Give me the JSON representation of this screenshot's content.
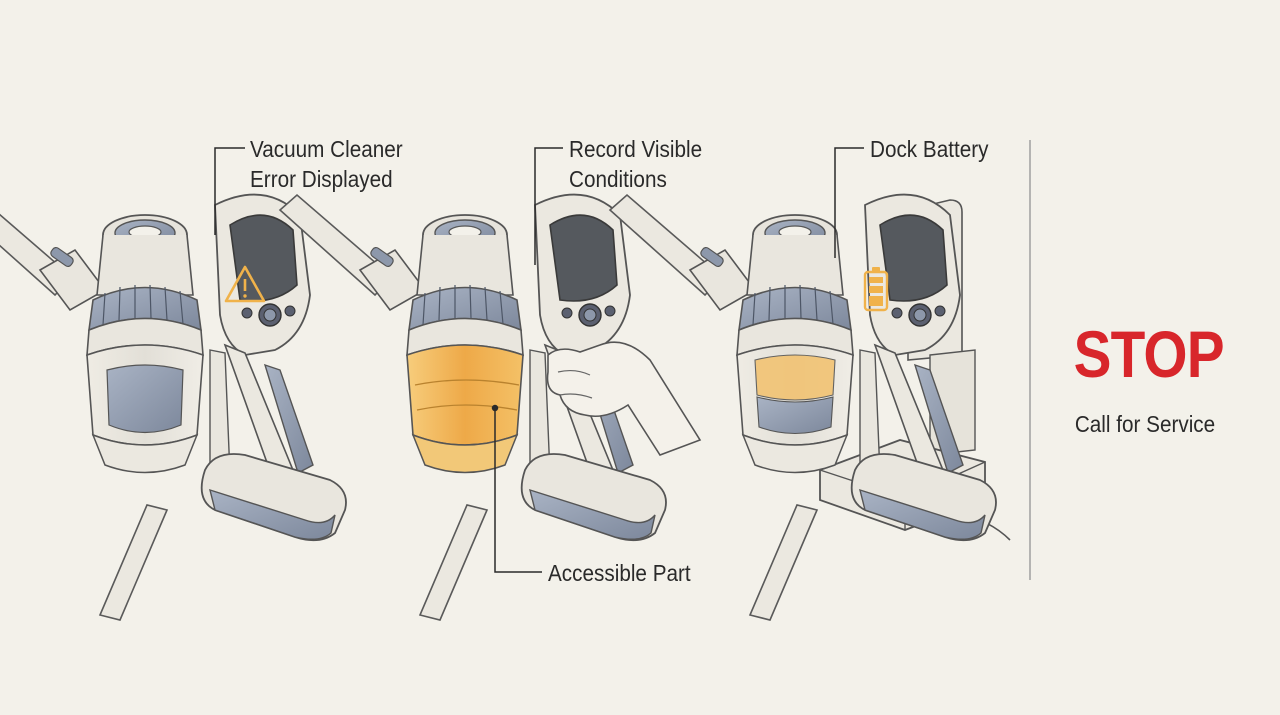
{
  "callouts": {
    "error_displayed": {
      "line1": "Vacuum Cleaner",
      "line2": "Error Displayed"
    },
    "record_conditions": {
      "line1": "Record Visible",
      "line2": "Conditions"
    },
    "dock_battery": {
      "line1": "Dock Battery"
    },
    "accessible_part": {
      "line1": "Accessible Part"
    }
  },
  "stop_panel": {
    "title": "STOP",
    "subtitle": "Call for Service"
  },
  "icons": {
    "panel1_screen": "warning-triangle-icon",
    "panel3_screen": "battery-icon"
  },
  "colors": {
    "background": "#f3f1ea",
    "stop_red": "#d8262b",
    "highlight_orange": "#f0b24a",
    "body_blue_gray": "#8d98ab",
    "screen_dark": "#55595e"
  }
}
